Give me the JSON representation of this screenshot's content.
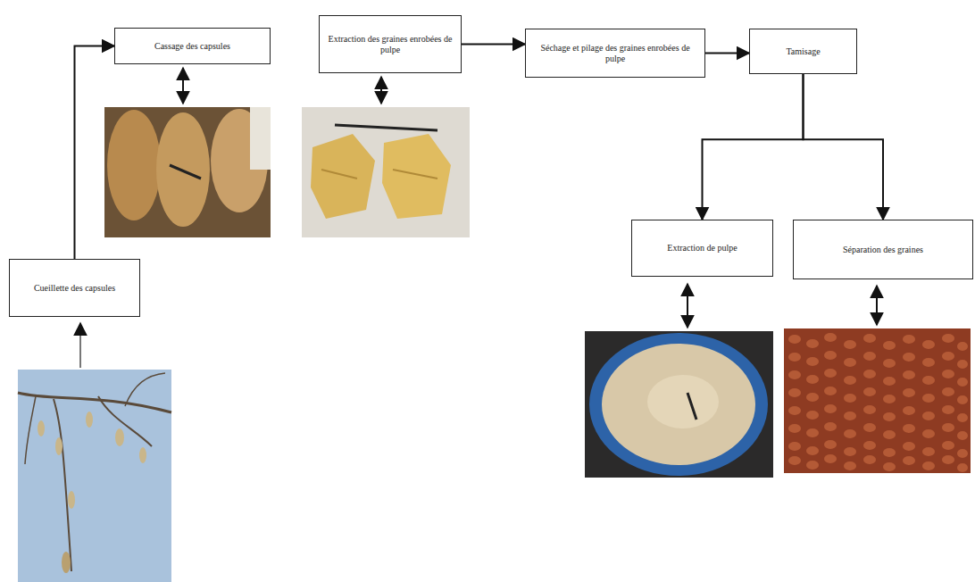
{
  "diagram": {
    "nodes": [
      {
        "text": [
          "Cueillette des capsules"
        ]
      },
      {
        "text": [
          "Cassage des capsules"
        ]
      },
      {
        "text": [
          "Extraction des graines enrobées de pulpe"
        ]
      },
      {
        "text": [
          "Séchage et pilage des graines enrobées de pulpe"
        ]
      },
      {
        "text": [
          "Tamisage"
        ]
      },
      {
        "text": [
          "Extraction de pulpe"
        ]
      },
      {
        "text": [
          "Séparation des graines"
        ]
      }
    ],
    "edges": [
      {
        "from": 0,
        "to": 1,
        "arrow": "to"
      },
      {
        "from": 2,
        "to": 3,
        "arrow": "to"
      },
      {
        "from": 3,
        "to": 4,
        "arrow": "to"
      },
      {
        "from": 4,
        "to": 5,
        "arrow": "to"
      },
      {
        "from": 4,
        "to": 6,
        "arrow": "to"
      }
    ]
  }
}
